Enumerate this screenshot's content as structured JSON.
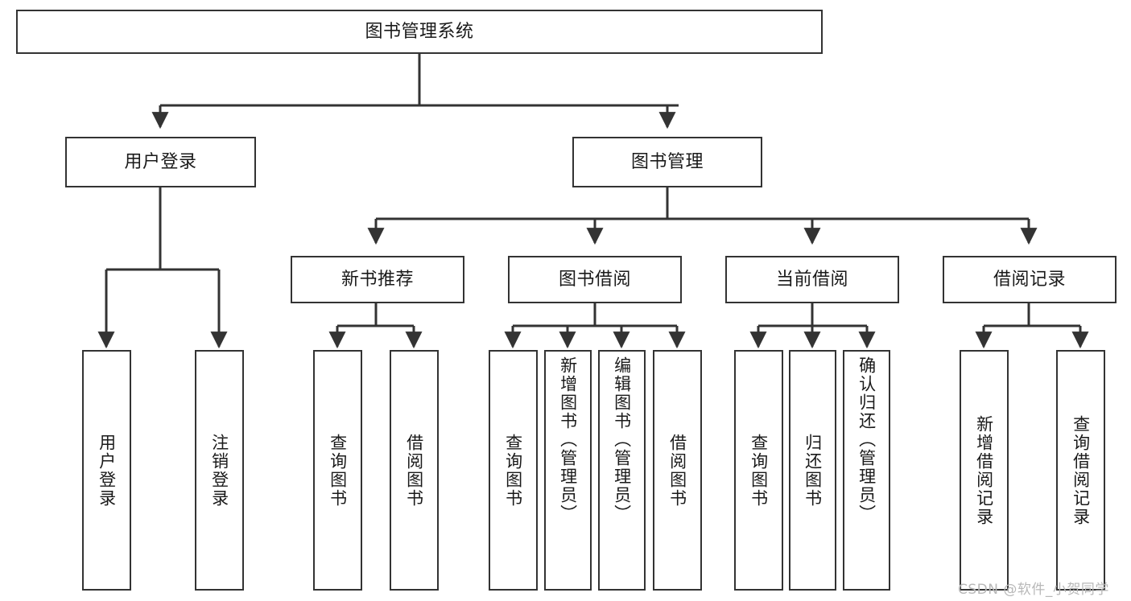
{
  "diagram": {
    "type": "tree-hierarchy",
    "title": "图书管理系统",
    "colors": {
      "box_stroke": "#333333",
      "box_fill": "#ffffff",
      "edge_stroke": "#333333",
      "text": "#1a1a1a",
      "watermark": "#b8b8b8"
    },
    "root": {
      "label": "图书管理系统"
    },
    "level2": [
      {
        "label": "用户登录"
      },
      {
        "label": "图书管理"
      }
    ],
    "level3": [
      {
        "label": "新书推荐"
      },
      {
        "label": "图书借阅"
      },
      {
        "label": "当前借阅"
      },
      {
        "label": "借阅记录"
      }
    ],
    "leaves": {
      "user_login": [
        {
          "label": "用户登录"
        },
        {
          "label": "注销登录"
        }
      ],
      "new_book_recommend": [
        {
          "label": "查询图书"
        },
        {
          "label": "借阅图书"
        }
      ],
      "book_borrow": [
        {
          "label": "查询图书"
        },
        {
          "label": "新增图书（管理员）"
        },
        {
          "label": "编辑图书（管理员）"
        },
        {
          "label": "借阅图书"
        }
      ],
      "current_borrow": [
        {
          "label": "查询图书"
        },
        {
          "label": "归还图书"
        },
        {
          "label": "确认归还（管理员）"
        }
      ],
      "borrow_records": [
        {
          "label": "新增借阅记录"
        },
        {
          "label": "查询借阅记录"
        }
      ]
    }
  },
  "watermark": {
    "text": "CSDN @软件_小贺同学"
  }
}
